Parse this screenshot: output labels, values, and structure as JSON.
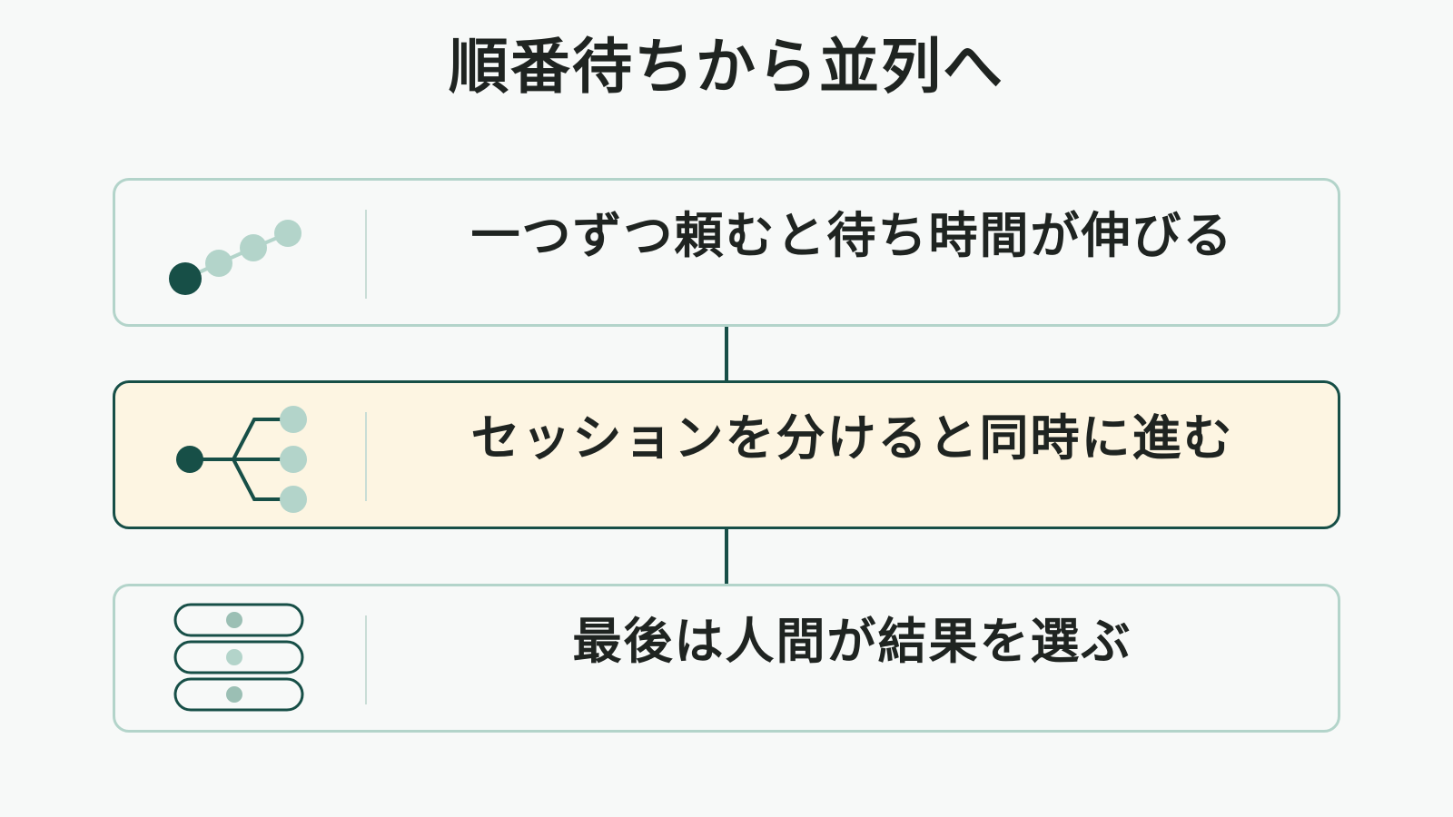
{
  "title": "順番待ちから並列へ",
  "steps": [
    {
      "label": "一つずつ頼むと待ち時間が伸びる",
      "icon": "sequential-dots-icon"
    },
    {
      "label": "セッションを分けると同時に進む",
      "icon": "branching-tree-icon",
      "highlighted": true
    },
    {
      "label": "最後は人間が結果を選ぶ",
      "icon": "stacked-options-icon"
    }
  ],
  "colors": {
    "dark_green": "#174f47",
    "light_green": "#b3d4ca",
    "highlight_fill": "#fdf5e2",
    "background": "#f7f9f8"
  }
}
